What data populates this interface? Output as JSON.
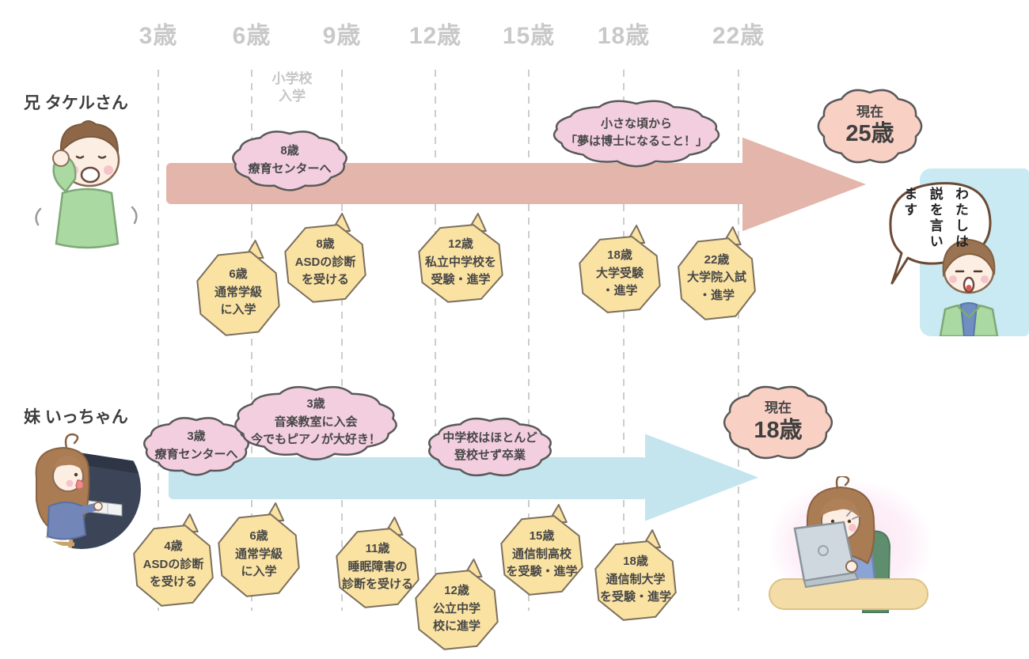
{
  "theme": {
    "pink_arrow": "#e3b5ab",
    "blue_arrow": "#c4e4ee",
    "cloud_pink": "#f2cede",
    "cloud_salmon": "#f9d0c4",
    "bubble_yellow": "#fae2a2",
    "bubble_border": "#7d705e",
    "cloud_border": "#595959",
    "panel_blue": "#c9eaf3",
    "axis_gray": "#c9c9c9"
  },
  "axis": {
    "ages": [
      "3歳",
      "6歳",
      "9歳",
      "12歳",
      "15歳",
      "18歳",
      "22歳"
    ],
    "school_note": "小学校\n入学"
  },
  "brother": {
    "label": "兄 タケルさん",
    "clouds": [
      {
        "text": "8歳\n療育センターへ"
      },
      {
        "text": "小さな頃から\n「夢は博士になること！」"
      }
    ],
    "current": {
      "label": "現在",
      "age": "25歳"
    },
    "events": [
      {
        "text": "6歳\n通常学級\nに入学"
      },
      {
        "text": "8歳\nASDの診断\nを受ける"
      },
      {
        "text": "12歳\n私立中学校を\n受験・進学"
      },
      {
        "text": "18歳\n大学受験\n・進学"
      },
      {
        "text": "22歳\n大学院入試\n・進学"
      }
    ],
    "speech": "わたしは\n説を言います"
  },
  "sister": {
    "label": "妹 いっちゃん",
    "clouds": [
      {
        "text": "3歳\n療育センターへ"
      },
      {
        "text": "3歳\n音楽教室に入会\n今でもピアノが大好き！"
      },
      {
        "text": "中学校はほとんど\n登校せず卒業"
      }
    ],
    "current": {
      "label": "現在",
      "age": "18歳"
    },
    "events": [
      {
        "text": "4歳\nASDの診断\nを受ける"
      },
      {
        "text": "6歳\n通常学級\nに入学"
      },
      {
        "text": "11歳\n睡眠障害の\n診断を受ける"
      },
      {
        "text": "12歳\n公立中学\n校に進学"
      },
      {
        "text": "15歳\n通信制高校\nを受験・進学"
      },
      {
        "text": "18歳\n通信制大学\nを受験・進学"
      }
    ]
  }
}
